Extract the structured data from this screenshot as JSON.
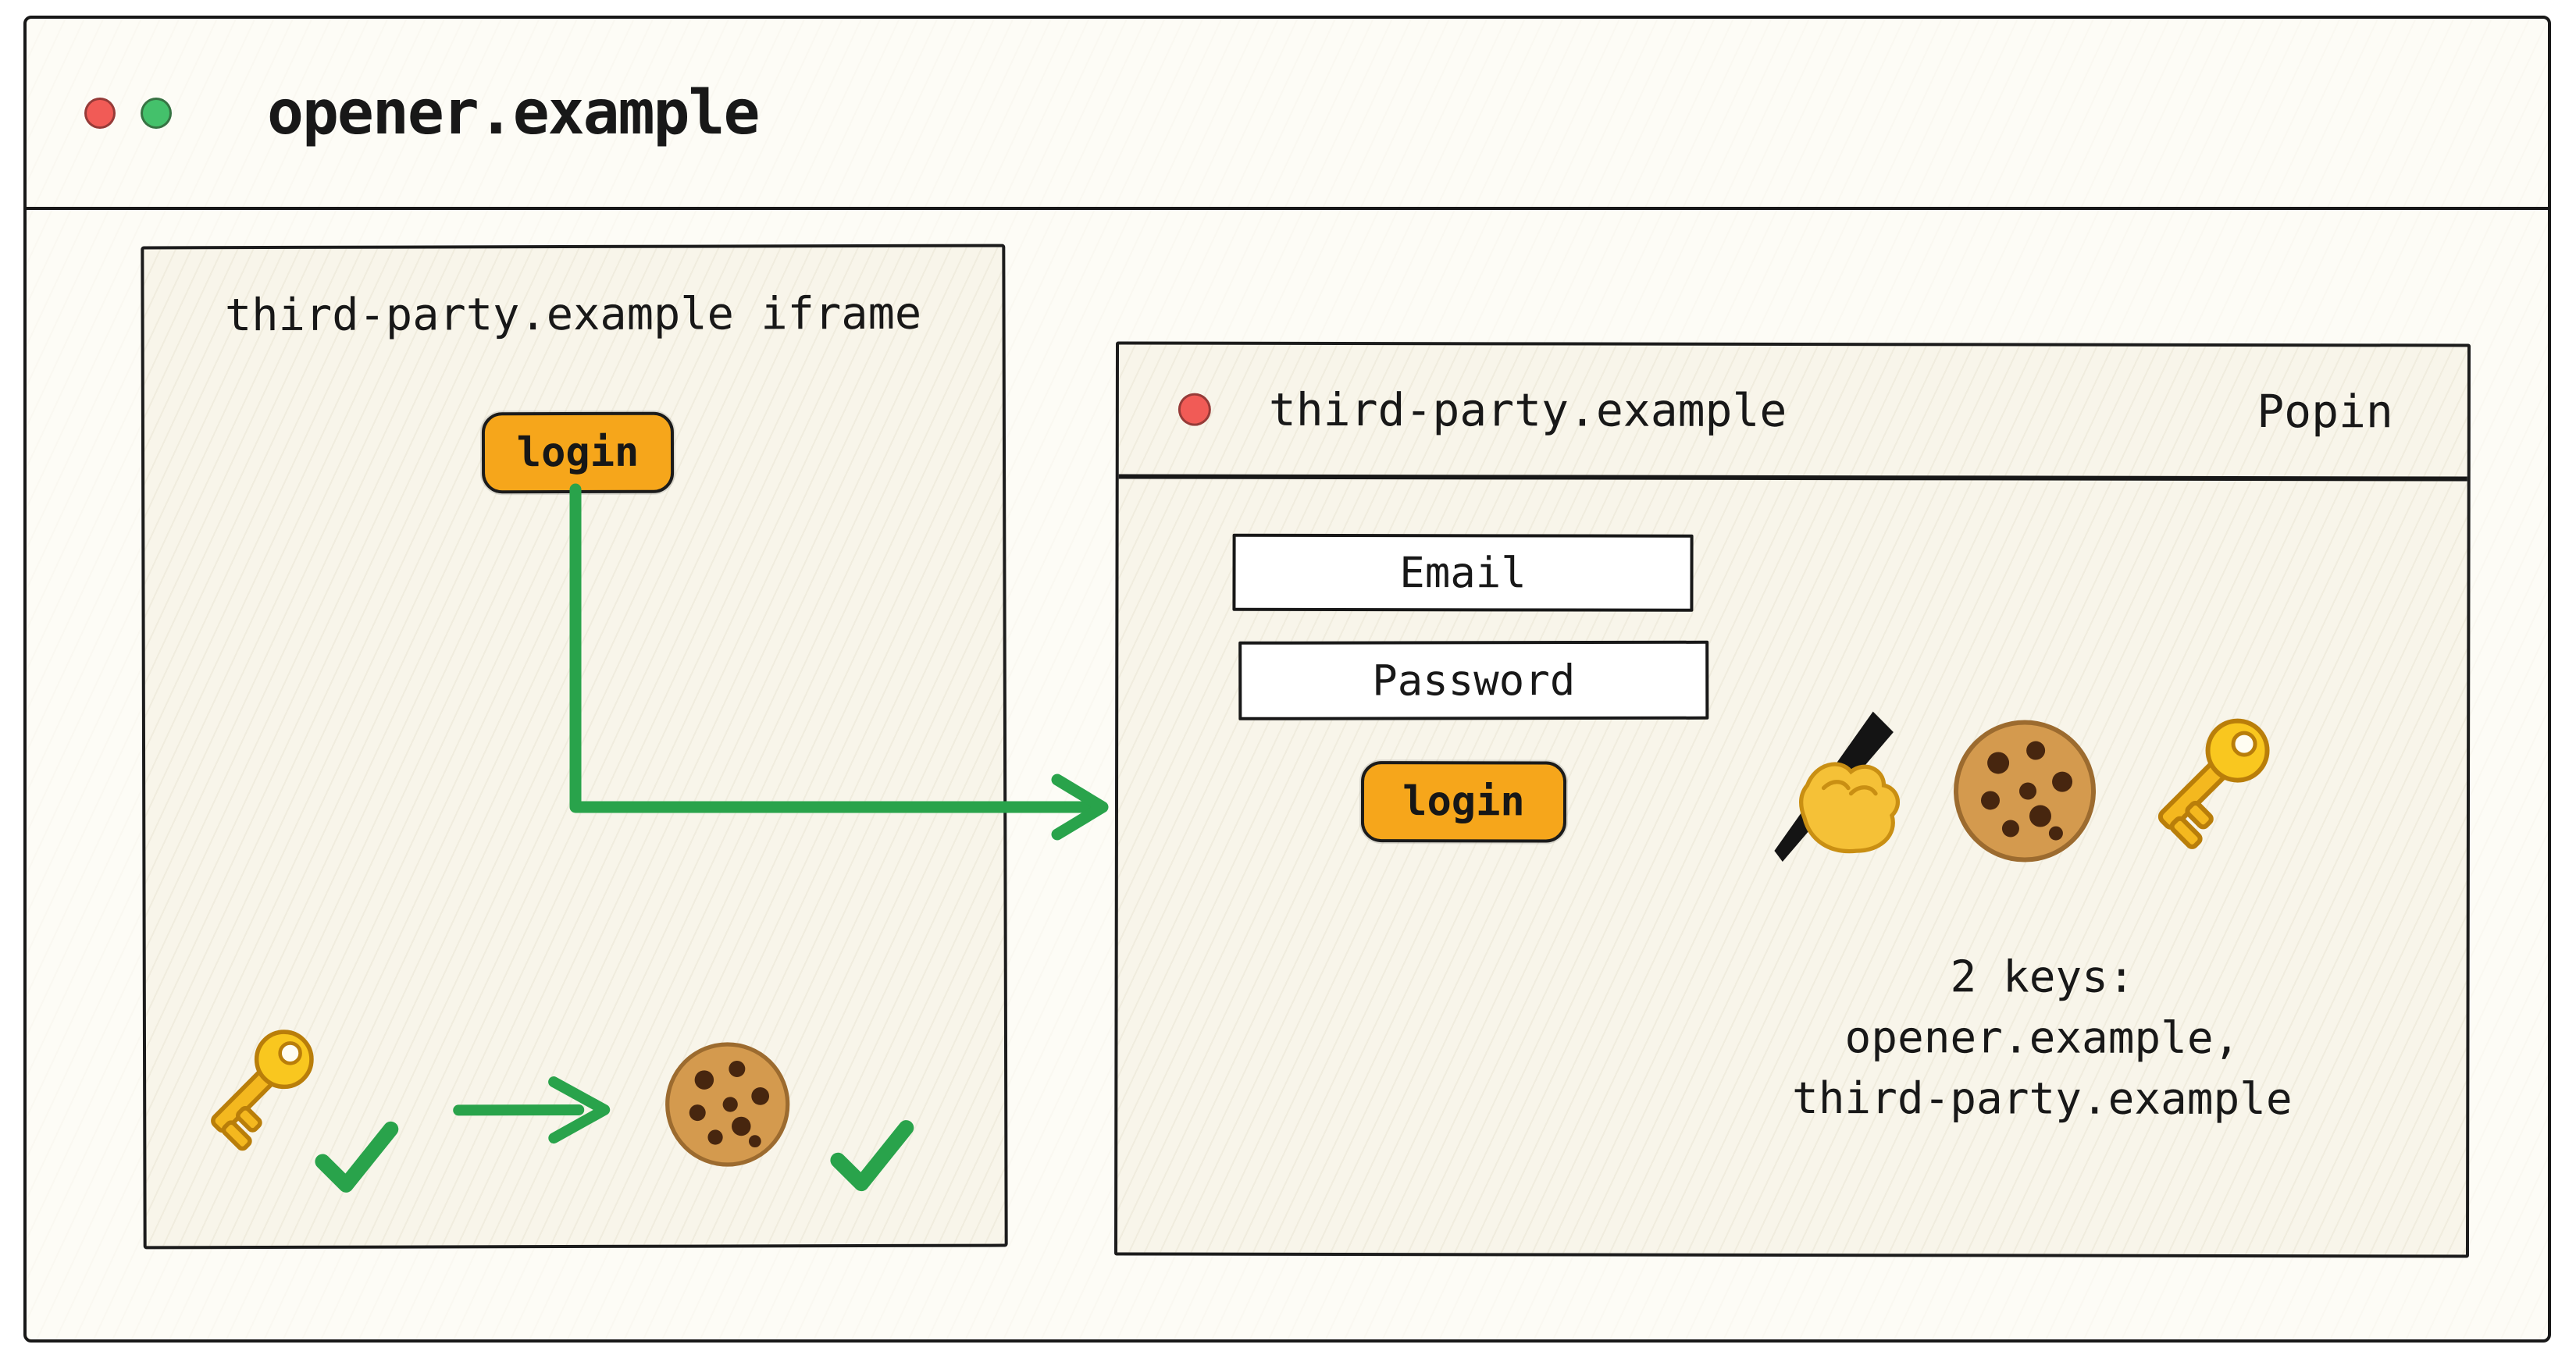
{
  "window": {
    "title": "opener.example"
  },
  "iframe_panel": {
    "label": "third-party.example iframe",
    "login_label": "login"
  },
  "popin": {
    "title": "third-party.example",
    "badge": "Popin",
    "email_placeholder": "Email",
    "password_placeholder": "Password",
    "login_label": "login",
    "caption": [
      "2 keys:",
      "opener.example,",
      "third-party.example"
    ]
  },
  "icons": {
    "key": "🔑",
    "cookie": "🍪",
    "writing_hand": "✍️",
    "checkmark": "✔",
    "elbow_arrow": "→",
    "small_arrow": "→",
    "red_dot": "window-control-red",
    "green_dot": "window-control-green"
  },
  "colors": {
    "button_orange": "#F6A61B",
    "arrow_green": "#29A34B",
    "dot_red": "#F15B56",
    "dot_green": "#44C16B",
    "panel_bg": "#F8F5EA",
    "border": "#181818"
  }
}
